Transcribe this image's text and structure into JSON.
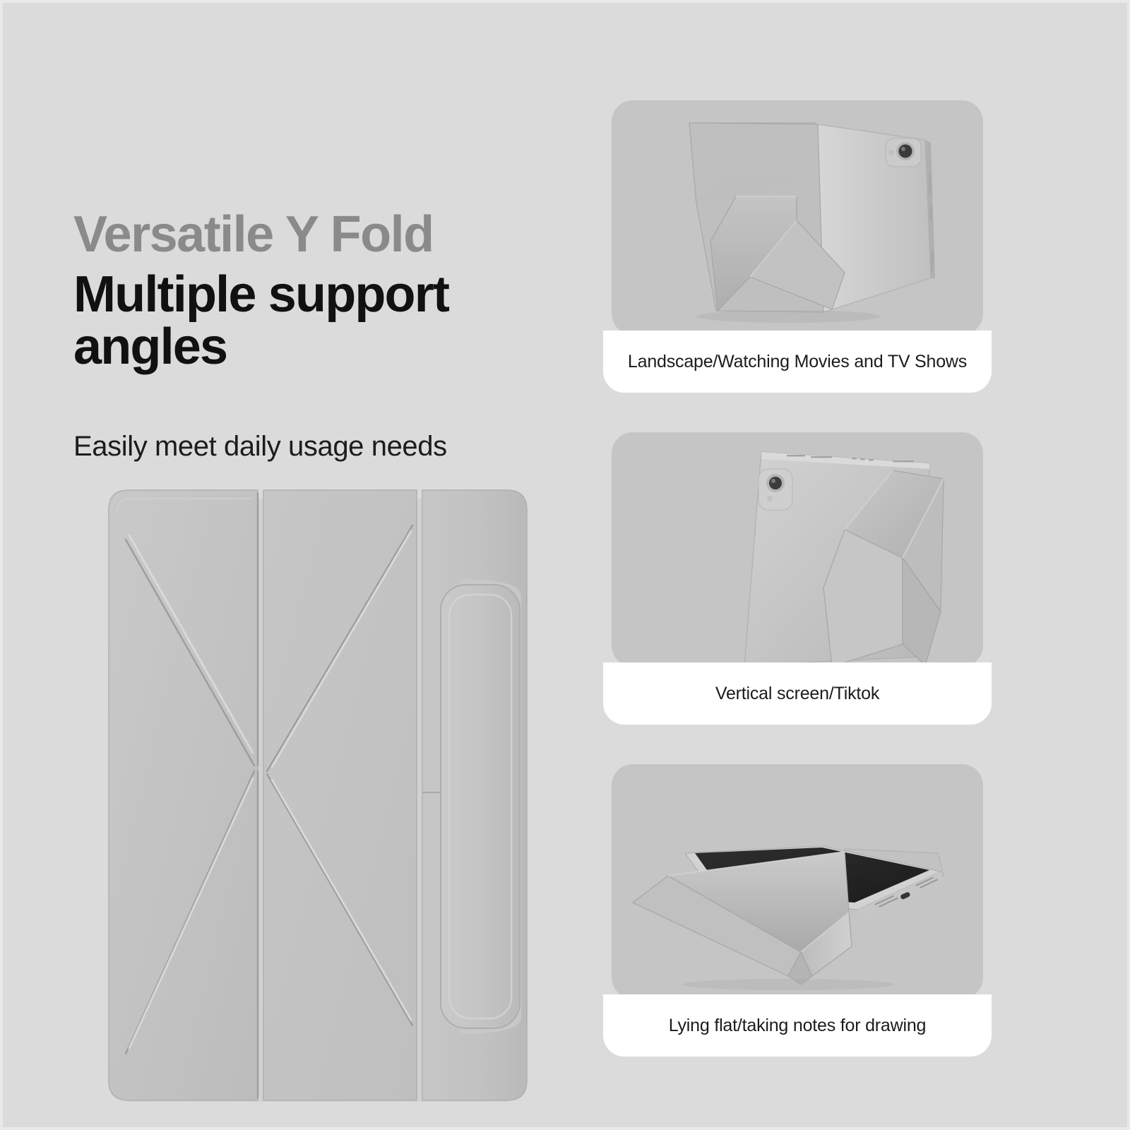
{
  "page": {
    "background_color": "#dbdbdb",
    "border_color": "#e9e9e9"
  },
  "copy": {
    "eyebrow": "Versatile Y Fold",
    "eyebrow_color": "#8a8a8a",
    "headline": "Multiple support angles",
    "headline_color": "#111111",
    "subhead": "Easily meet daily usage needs",
    "subhead_color": "#1c1c1c"
  },
  "hero": {
    "name": "tablet-case-flat-front-view",
    "case_color": "#c3c3c3",
    "crease_color": "#9a9a9a",
    "highlight_color": "#d8d8d8",
    "panels": [
      "left-fold-panel",
      "center-fold-panel",
      "spine-panel"
    ],
    "pen_holder_label": "pen-holder-flap"
  },
  "cards": [
    {
      "name": "landscape-mode-card",
      "caption": "Landscape/Watching Movies and TV Shows",
      "photo_background": "#c5c5c5",
      "caption_background": "#ffffff",
      "scene": "landscape-stand-back-view"
    },
    {
      "name": "vertical-mode-card",
      "caption": "Vertical screen/Tiktok",
      "photo_background": "#c5c5c5",
      "caption_background": "#ffffff",
      "scene": "portrait-stand-back-view"
    },
    {
      "name": "lying-flat-mode-card",
      "caption": "Lying flat/taking notes for drawing",
      "photo_background": "#c5c5c5",
      "caption_background": "#ffffff",
      "scene": "low-angle-drawing-view"
    }
  ]
}
